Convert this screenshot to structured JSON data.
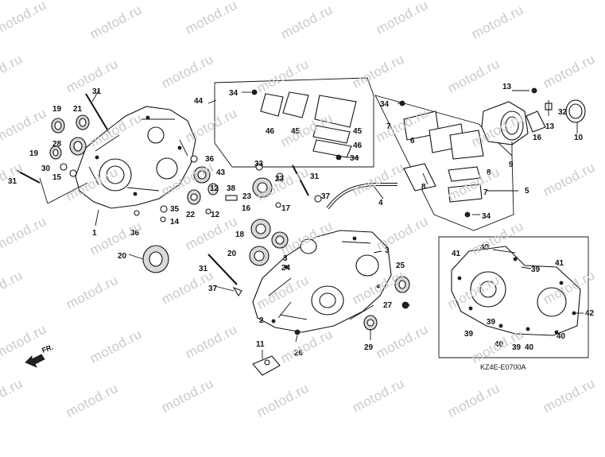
{
  "watermark": "motod.ru",
  "diagram_code": "KZ4E-E0700A",
  "direction_label": "FR.",
  "callouts": {
    "c1": "1",
    "c2": "2",
    "c3a": "3",
    "c3b": "3",
    "c4": "4",
    "c5": "5",
    "c6": "6",
    "c7a": "7",
    "c7b": "7",
    "c8a": "8",
    "c8b": "8",
    "c9": "9",
    "c10": "10",
    "c11": "11",
    "c12a": "12",
    "c12b": "12",
    "c13a": "13",
    "c13b": "13",
    "c14": "14",
    "c15": "15",
    "c16": "16",
    "c17": "17",
    "c18": "18",
    "c19a": "19",
    "c19b": "19",
    "c20a": "20",
    "c20b": "20",
    "c21": "21",
    "c22": "22",
    "c23a": "23",
    "c23b": "23",
    "c24": "24",
    "c25": "25",
    "c26": "26",
    "c27": "27",
    "c28": "28",
    "c29": "29",
    "c30": "30",
    "c31a": "31",
    "c31b": "31",
    "c31c": "31",
    "c31d": "31",
    "c32": "32",
    "c33": "33",
    "c34a": "34",
    "c34b": "34",
    "c34c": "34",
    "c34d": "34",
    "c35": "35",
    "c36a": "36",
    "c36b": "36",
    "c37a": "37",
    "c37b": "37",
    "c38": "38",
    "c39a": "39",
    "c39b": "39",
    "c39c": "39",
    "c39d": "39",
    "c40a": "40",
    "c40b": "40",
    "c40c": "40",
    "c40d": "40",
    "c41a": "41",
    "c41b": "41",
    "c42": "42",
    "c43": "43",
    "c44": "44",
    "c45a": "45",
    "c45b": "45",
    "c46a": "46",
    "c46b": "46"
  }
}
